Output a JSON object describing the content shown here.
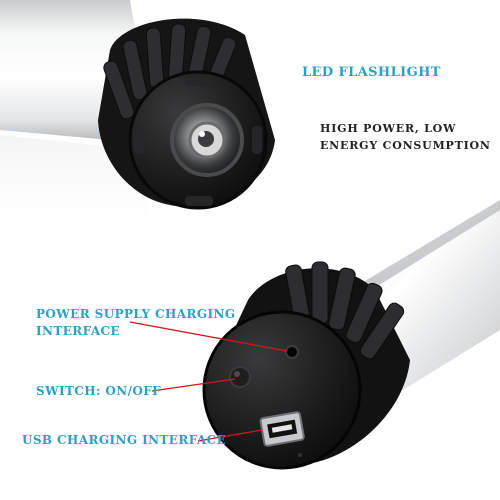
{
  "colors": {
    "label_blue": "#2ba0c8",
    "label_dark": "#222222",
    "pointer_red": "#d01818",
    "tube": "#eef0f1",
    "cap": "#1b1b1b"
  },
  "product": {
    "title": "LED FLASHLIGHT",
    "feature_lines": [
      "HIGH POWER, LOW",
      "ENERGY CONSUMPTION"
    ]
  },
  "callouts": {
    "power_supply_lines": [
      "POWER SUPPLY CHARGING",
      "INTERFACE"
    ],
    "switch": "SWITCH: ON/OFF",
    "usb": "USB CHARGING INTERFACE"
  }
}
